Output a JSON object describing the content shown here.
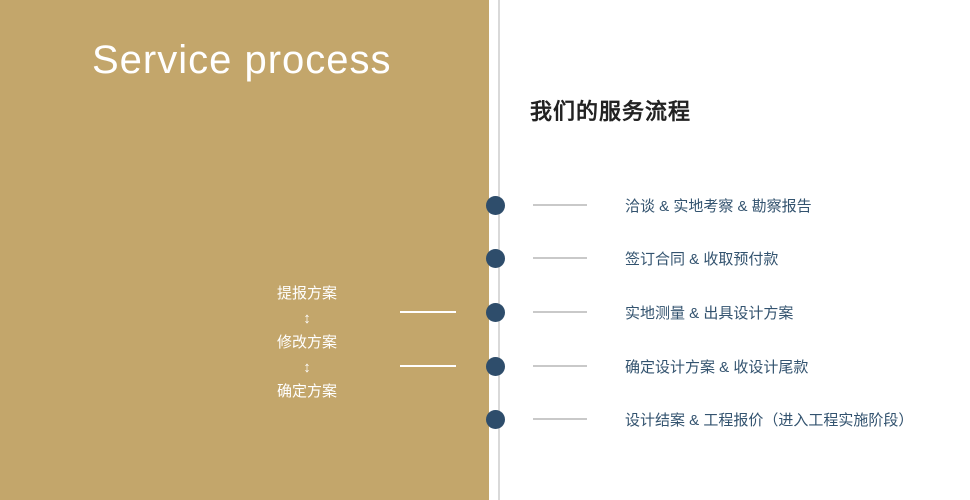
{
  "slide": {
    "left_title": "Service process",
    "right_title": "我们的服务流程"
  },
  "plan_flow": {
    "items": [
      "提报方案",
      "修改方案",
      "确定方案"
    ],
    "arrow_glyph": "↕"
  },
  "steps": [
    "洽谈 & 实地考察 & 勘察报告",
    "签订合同 & 收取预付款",
    "实地测量 & 出具设计方案",
    "确定设计方案 & 收设计尾款",
    "设计结案 & 工程报价（进入工程实施阶段）"
  ],
  "colors": {
    "gold": "#c3a66b",
    "navy": "#2e4d6b",
    "step-text": "#33536f",
    "tick": "#c9c9c9",
    "divider": "#d9d9d9",
    "title-dark": "#222222",
    "white": "#ffffff"
  }
}
